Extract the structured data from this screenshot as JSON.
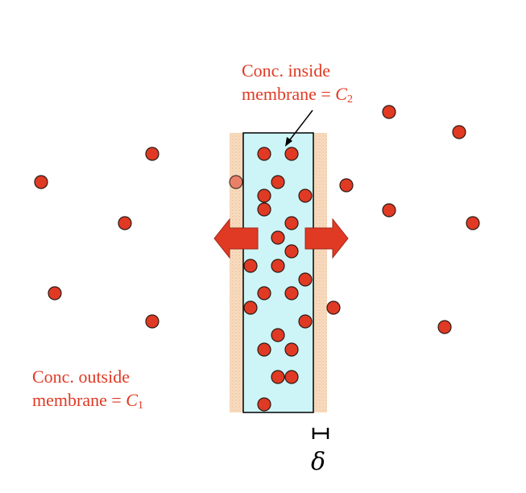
{
  "labels": {
    "inside_text": "Conc. inside",
    "inside_line2": "membrane = ",
    "inside_symbol": "C",
    "inside_sub": "2",
    "outside_text": "Conc. outside",
    "outside_line2": "membrane = ",
    "outside_symbol": "C",
    "outside_sub": "1",
    "thickness_symbol": "δ"
  },
  "colors": {
    "particle": "#e03a24",
    "membrane_interior": "#cdf5f7",
    "membrane_surface": "#f8dcc0",
    "arrow": "#e03a24",
    "label_text": "#e03a24"
  }
}
